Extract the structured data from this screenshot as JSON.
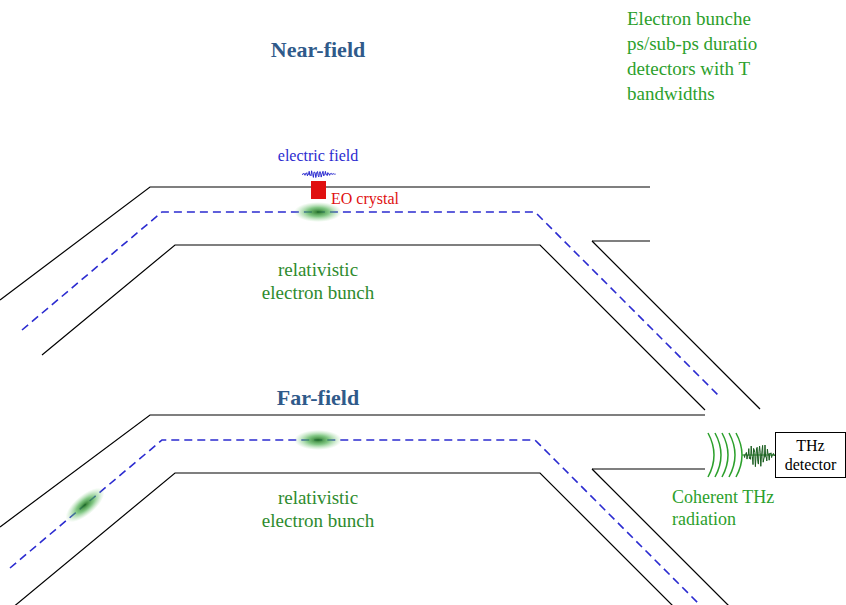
{
  "diagram": {
    "nodes": [
      {
        "text": [
          "THz detector"
        ]
      }
    ],
    "labels": [
      "Electron bunche ps/sub-ps duratio detectors with T bandwidths",
      "Near-field",
      "electric field",
      "EO crystal",
      "relativistic electron bunch",
      "Far-field",
      "relativistic electron bunch",
      "Coherent THz radiation"
    ]
  }
}
